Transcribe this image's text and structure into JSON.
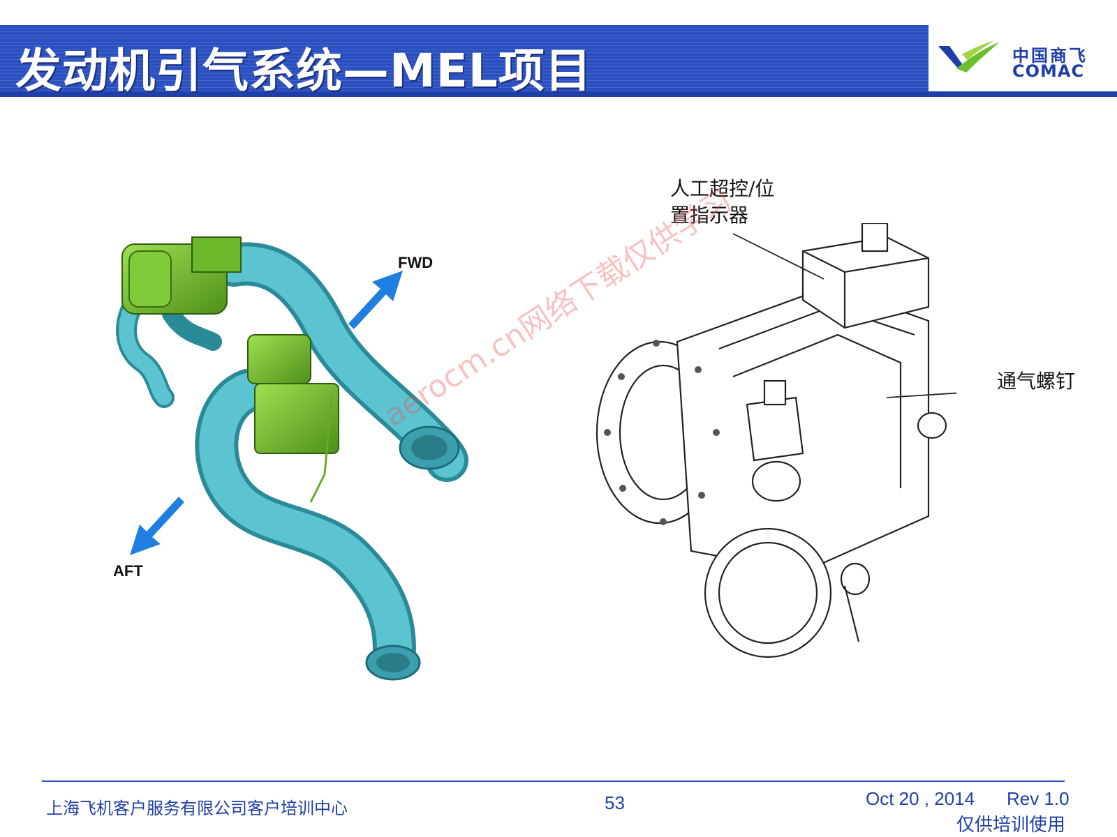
{
  "header": {
    "title": "发动机引气系统—MEL项目",
    "logo_cn": "中国商飞",
    "logo_en": "COMAC"
  },
  "left_figure": {
    "fwd_label": "FWD",
    "aft_label": "AFT"
  },
  "right_figure": {
    "callout_override": "人工超控/位",
    "callout_override_line2": "置指示器",
    "callout_vent": "通气螺钉"
  },
  "watermark": "aerocm.cn网络下载仅供学习",
  "footer": {
    "company": "上海飞机客户服务有限公司客户培训中心",
    "page": "53",
    "date": "Oct 20 , 2014",
    "rev": "Rev 1.0",
    "training": "仅供培训使用"
  },
  "colors": {
    "brand_blue": "#2a4fc0",
    "duct_teal": "#4fb9c7",
    "valve_green": "#6dbb2a",
    "arrow_blue": "#1f7fe0"
  }
}
